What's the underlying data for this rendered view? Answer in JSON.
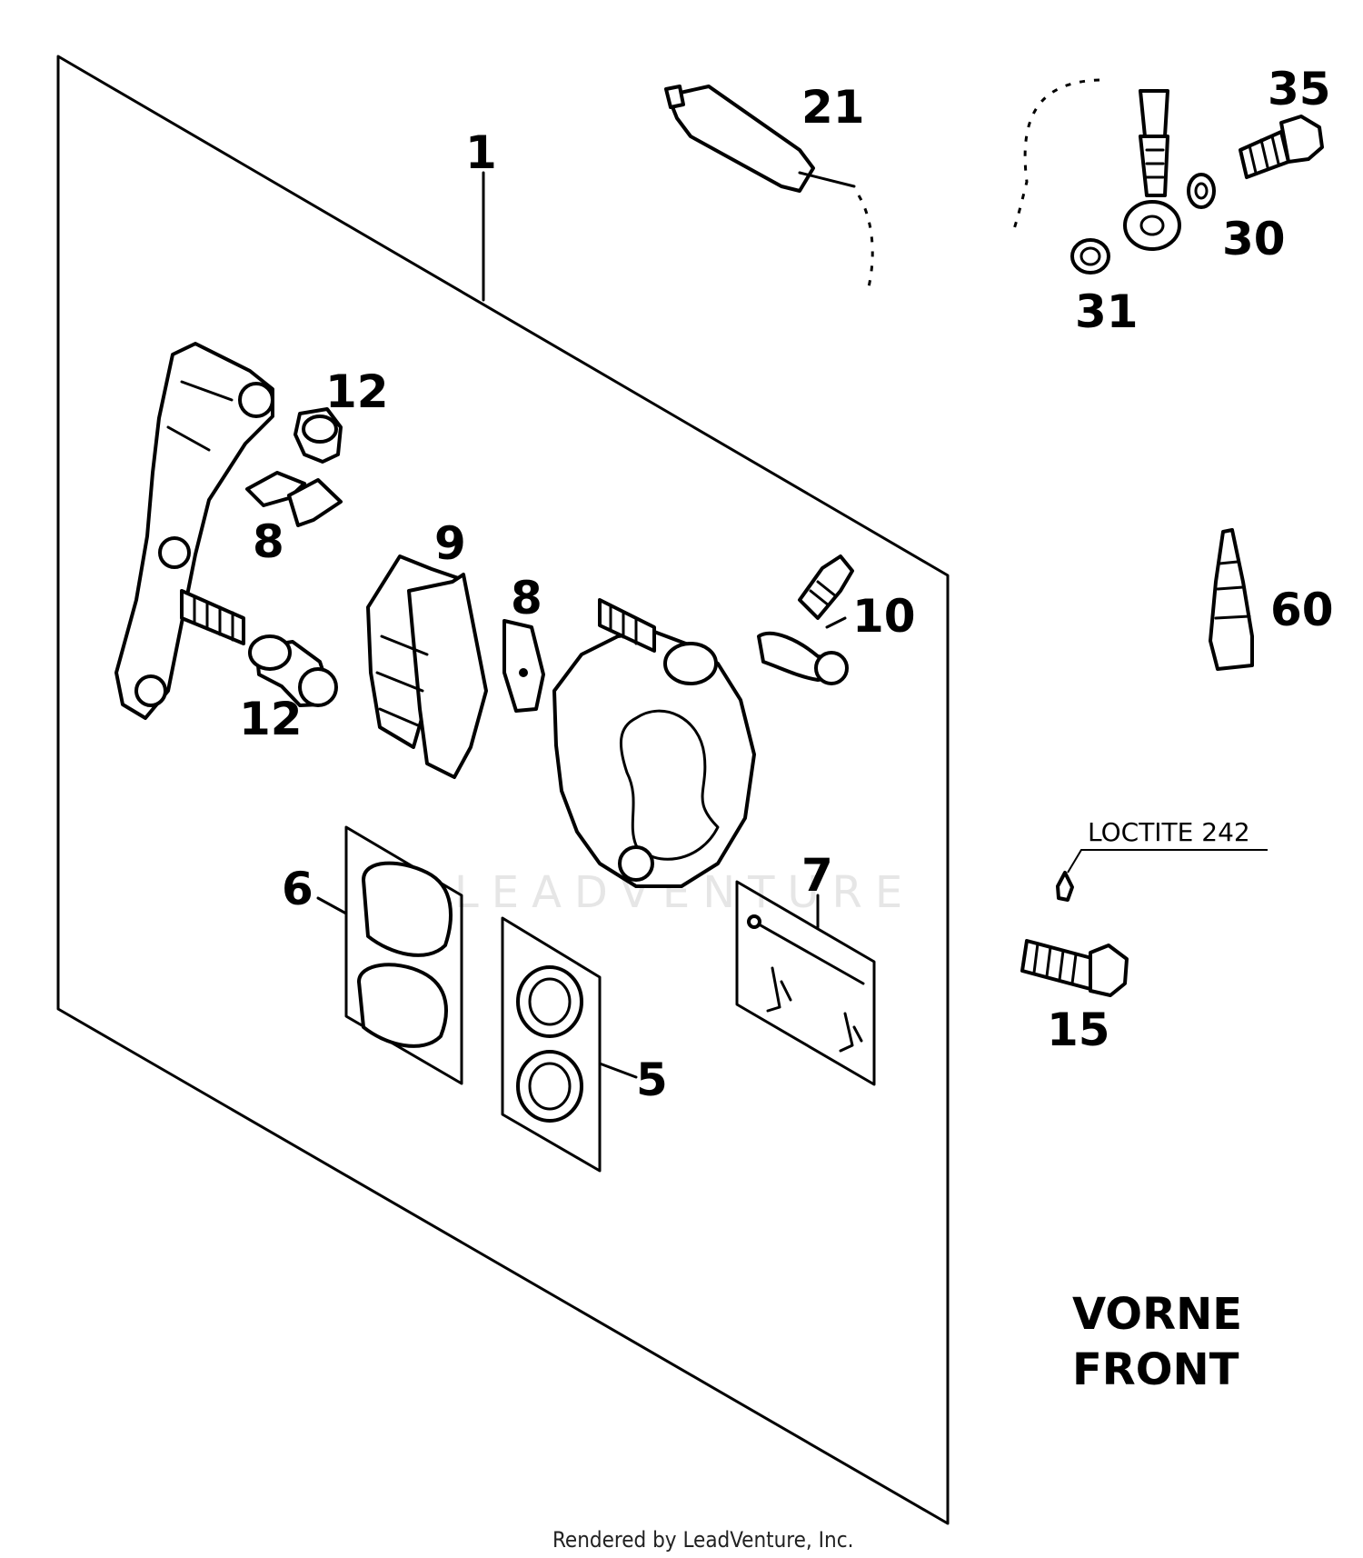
{
  "callouts": {
    "c1": "1",
    "c5": "5",
    "c6": "6",
    "c7": "7",
    "c8a": "8",
    "c8b": "8",
    "c9": "9",
    "c10": "10",
    "c12a": "12",
    "c12b": "12",
    "c15": "15",
    "c21": "21",
    "c30": "30",
    "c31": "31",
    "c35": "35",
    "c60": "60"
  },
  "notes": {
    "loctite": "LOCTITE 242"
  },
  "region": {
    "line1": "VORNE",
    "line2": "FRONT"
  },
  "watermark": "LEADVENTURE",
  "footer": {
    "credit": "Rendered by LeadVenture, Inc."
  }
}
